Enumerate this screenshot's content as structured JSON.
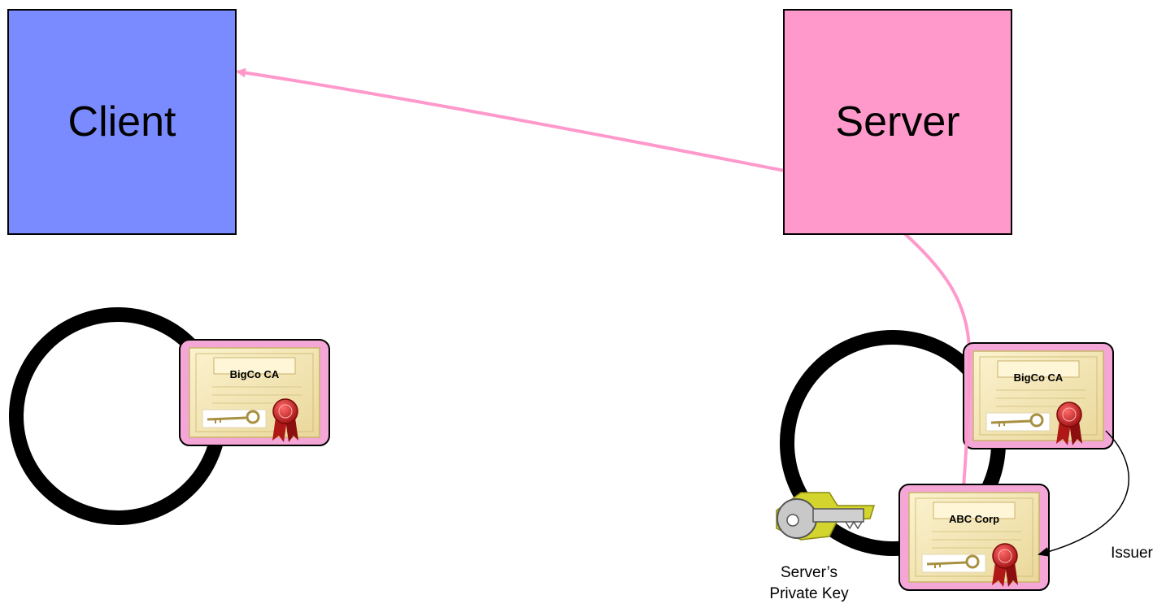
{
  "client": {
    "label": "Client",
    "color": "#7a8bff"
  },
  "server": {
    "label": "Server",
    "color": "#ff99cc"
  },
  "certs": {
    "client_ca": {
      "name": "BigCo CA"
    },
    "server_ca": {
      "name": "BigCo CA"
    },
    "server_cert": {
      "name": "ABC Corp"
    }
  },
  "labels": {
    "issuer": "Issuer",
    "private_key_line1": "Server’s",
    "private_key_line2": "Private Key"
  },
  "colors": {
    "arrow": "#ff99cc",
    "cert_border": "#ee88c8",
    "cert_paper": "#f6ebb8",
    "ring": "#000000"
  }
}
